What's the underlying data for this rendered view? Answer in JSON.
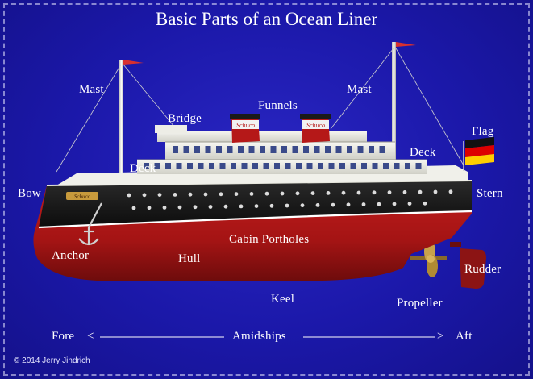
{
  "title": "Basic Parts of an Ocean Liner",
  "labels": {
    "mast_fore": "Mast",
    "mast_aft": "Mast",
    "bridge": "Bridge",
    "funnels": "Funnels",
    "flag": "Flag",
    "deck_fore": "Deck",
    "deck_aft": "Deck",
    "bow": "Bow",
    "stern": "Stern",
    "cabin_portholes": "Cabin Portholes",
    "anchor": "Anchor",
    "hull": "Hull",
    "rudder": "Rudder",
    "keel": "Keel",
    "propeller": "Propeller"
  },
  "direction": {
    "fore": "Fore",
    "fore_arrow": "<",
    "amidships": "Amidships",
    "aft_arrow": ">",
    "aft": "Aft"
  },
  "ship_nameplate": "Schuco",
  "funnel_logo": "Schuco",
  "copyright": "© 2014 Jerry Jindrich",
  "colors": {
    "background": "#1b18a9",
    "hull_red": "#b01818",
    "hull_black": "#151515",
    "superstructure": "#e9e9e2",
    "flag_black": "#111111",
    "flag_red": "#dd0000",
    "flag_gold": "#ffce00"
  }
}
